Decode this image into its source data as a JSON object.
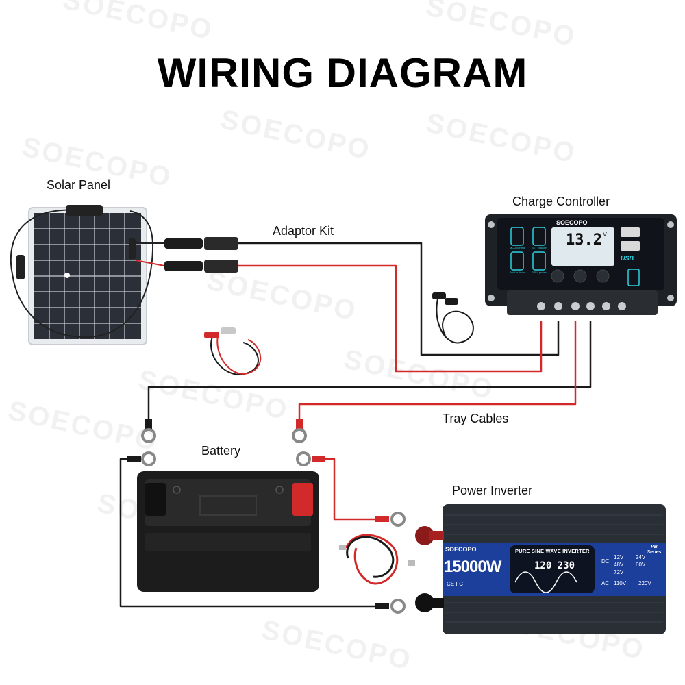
{
  "title": "WIRING DIAGRAM",
  "labels": {
    "solar_panel": "Solar Panel",
    "adaptor_kit": "Adaptor Kit",
    "charge_controller": "Charge Controller",
    "tray_cables": "Tray Cables",
    "battery": "Battery",
    "power_inverter": "Power Inverter"
  },
  "watermark": "SOECOPO",
  "controller": {
    "brand": "SOECOPO",
    "display_value": "13.2",
    "display_unit": "V",
    "usb_label": "USB",
    "btn_mcu": "MCU control",
    "btn_set": "SET voltage",
    "btn_timer": "Built in timer",
    "btn_full": "FULL protect"
  },
  "inverter": {
    "brand": "SOECOPO",
    "power": "15000W",
    "screen_title": "PURE SINE WAVE INVERTER",
    "readout": "120 230",
    "series": "PB Series",
    "dc_label": "DC",
    "ac_label": "AC",
    "dc_options": [
      "12V",
      "24V",
      "48V",
      "60V",
      "72V"
    ],
    "ac_options": [
      "110V",
      "220V"
    ],
    "cert": "CE FC"
  },
  "colors": {
    "wire_positive": "#d22a2a",
    "wire_negative": "#1a1a1a",
    "controller_screen": "#2fd0e0",
    "inverter_screen": "#1b3f9a"
  }
}
